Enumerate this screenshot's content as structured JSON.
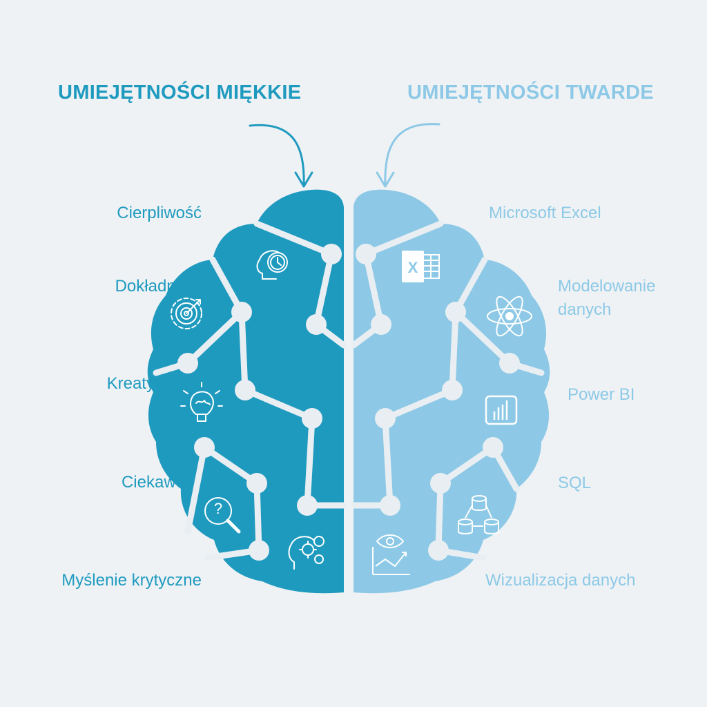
{
  "headings": {
    "left": "UMIEJĘTNOŚCI MIĘKKIE",
    "right": "UMIEJĘTNOŚCI TWARDE"
  },
  "soft_skills": [
    {
      "label": "Cierpliwość",
      "icon": "head-clock-icon"
    },
    {
      "label": "Dokładność",
      "icon": "target-gear-icon"
    },
    {
      "label": "Kreatywność",
      "icon": "lightbulb-brain-icon"
    },
    {
      "label": "Ciekawość",
      "icon": "magnifier-question-icon"
    },
    {
      "label": "Myślenie krytyczne",
      "icon": "head-gears-icon"
    }
  ],
  "hard_skills": [
    {
      "label": "Microsoft Excel",
      "icon": "excel-icon"
    },
    {
      "label": "Modelowanie danych",
      "icon": "atom-icon"
    },
    {
      "label": "Power BI",
      "icon": "power-bi-icon"
    },
    {
      "label": "SQL",
      "icon": "database-icon"
    },
    {
      "label": "Wizualizacja danych",
      "icon": "eye-chart-icon"
    }
  ],
  "icon_glyphs": {
    "excel_letter": "X",
    "question_mark": "?"
  },
  "colors": {
    "background": "#eef2f5",
    "soft": "#1f9abf",
    "hard": "#8dc9e6",
    "circuit": "#e9eef2"
  }
}
